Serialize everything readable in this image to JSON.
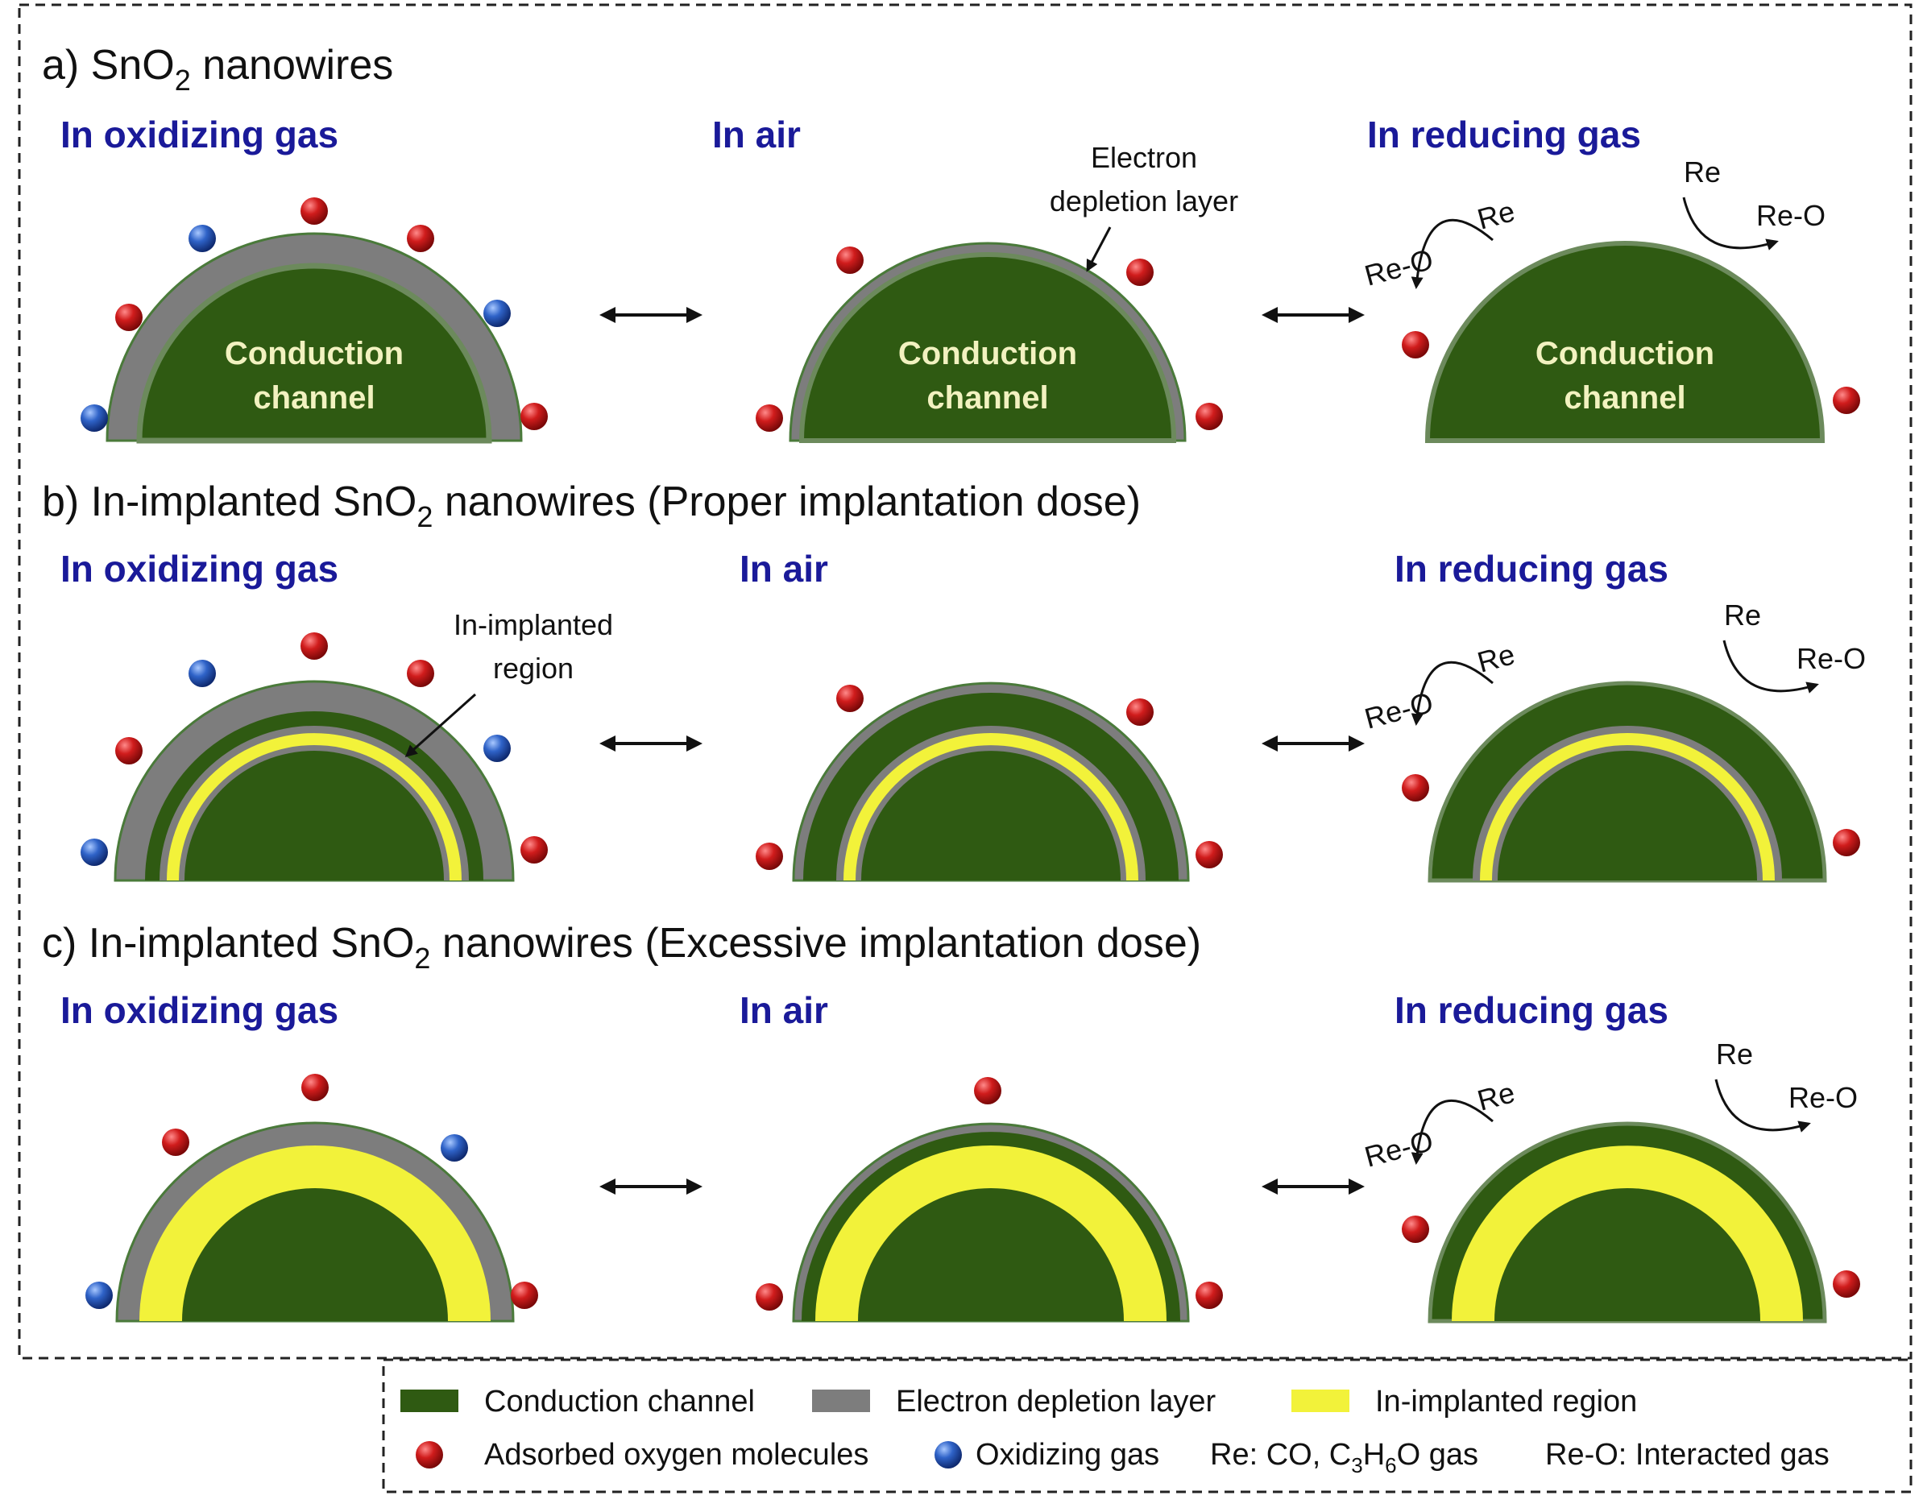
{
  "rows": [
    {
      "title_prefix": "a) SnO",
      "title_sub": "2",
      "title_suffix": " nanowires",
      "panels": [
        {
          "condition": "In oxidizing gas",
          "inner_line1": "Conduction",
          "inner_line2": "channel"
        },
        {
          "condition": "In air",
          "inner_line1": "Conduction",
          "inner_line2": "channel",
          "annotation_line1": "Electron",
          "annotation_line2": "depletion  layer"
        },
        {
          "condition": "In reducing gas",
          "inner_line1": "Conduction",
          "inner_line2": "channel"
        }
      ]
    },
    {
      "title_prefix": "b) In-implanted SnO",
      "title_sub": "2",
      "title_suffix": " nanowires (Proper implantation dose)",
      "panels": [
        {
          "condition": "In oxidizing gas",
          "annotation_line1": "In-implanted",
          "annotation_line2": "region"
        },
        {
          "condition": "In air"
        },
        {
          "condition": "In reducing gas"
        }
      ]
    },
    {
      "title_prefix": "c) In-implanted SnO",
      "title_sub": "2",
      "title_suffix": " nanowires (Excessive implantation dose)",
      "panels": [
        {
          "condition": "In oxidizing gas"
        },
        {
          "condition": "In air"
        },
        {
          "condition": "In reducing gas"
        }
      ]
    }
  ],
  "reaction_labels": {
    "re": "Re",
    "re_o": "Re-O"
  },
  "legend": {
    "conduction_channel": "Conduction channel",
    "electron_depletion_layer": "Electron depletion layer",
    "in_implanted_region": "In-implanted region",
    "adsorbed_oxygen": "Adsorbed oxygen molecules",
    "oxidizing_gas": "Oxidizing gas",
    "re_prefix": "Re: CO, C",
    "re_sub1": "3",
    "re_mid": "H",
    "re_sub2": "6",
    "re_suffix": "O gas",
    "re_o_def": "Re-O: Interacted gas"
  },
  "colors": {
    "conduction_channel": "#2f5a12",
    "depletion_layer": "#7d7d7d",
    "implanted_region": "#f2f23a",
    "adsorbed_oxygen": "#cc1a1a",
    "oxidizing_gas": "#2f63c8",
    "condition_text": "#1a1a99"
  }
}
